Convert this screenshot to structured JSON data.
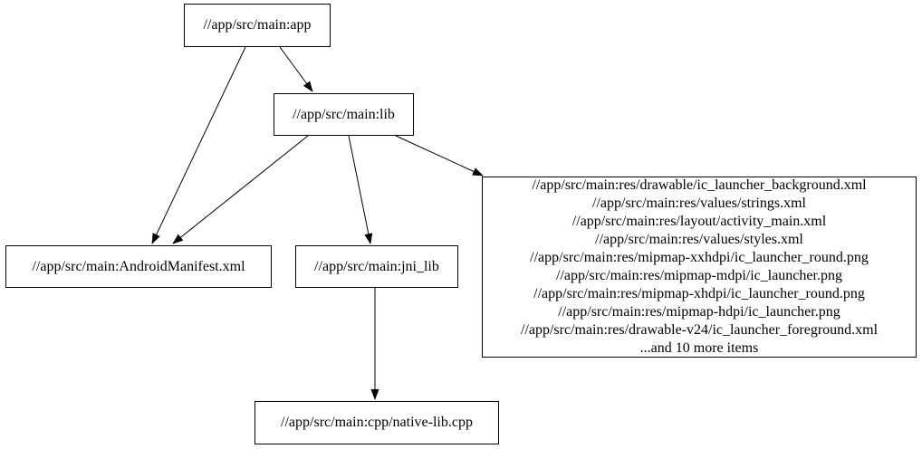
{
  "diagram": {
    "type": "directed-dependency-graph",
    "background_color": "#ffffff",
    "node_border_color": "#000000",
    "text_color": "#000000",
    "edge_color": "#000000",
    "nodes": {
      "app": {
        "label": "//app/src/main:app"
      },
      "lib": {
        "label": "//app/src/main:lib"
      },
      "manifest": {
        "label": "//app/src/main:AndroidManifest.xml"
      },
      "jni_lib": {
        "label": "//app/src/main:jni_lib"
      },
      "res_group": {
        "lines": [
          "//app/src/main:res/drawable/ic_launcher_background.xml",
          "//app/src/main:res/values/strings.xml",
          "//app/src/main:res/layout/activity_main.xml",
          "//app/src/main:res/values/styles.xml",
          "//app/src/main:res/mipmap-xxhdpi/ic_launcher_round.png",
          "//app/src/main:res/mipmap-mdpi/ic_launcher.png",
          "//app/src/main:res/mipmap-xhdpi/ic_launcher_round.png",
          "//app/src/main:res/mipmap-hdpi/ic_launcher.png",
          "//app/src/main:res/drawable-v24/ic_launcher_foreground.xml",
          "...and 10 more items"
        ]
      },
      "native_lib": {
        "label": "//app/src/main:cpp/native-lib.cpp"
      }
    },
    "edges": [
      {
        "from": "//app/src/main:app",
        "to": "//app/src/main:lib"
      },
      {
        "from": "//app/src/main:app",
        "to": "//app/src/main:AndroidManifest.xml"
      },
      {
        "from": "//app/src/main:lib",
        "to": "//app/src/main:AndroidManifest.xml"
      },
      {
        "from": "//app/src/main:lib",
        "to": "//app/src/main:jni_lib"
      },
      {
        "from": "//app/src/main:lib",
        "to": "res-group-node"
      },
      {
        "from": "//app/src/main:jni_lib",
        "to": "//app/src/main:cpp/native-lib.cpp"
      }
    ]
  }
}
